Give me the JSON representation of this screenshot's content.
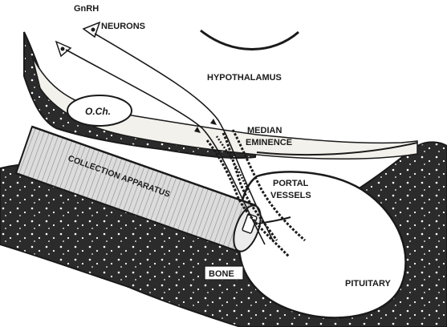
{
  "figure": {
    "labels": {
      "gnrh": "GnRH",
      "neurons": "NEURONS",
      "hypothalamus": "HYPOTHALAMUS",
      "och": "O.Ch.",
      "median": "MEDIAN",
      "eminence": "EMINENCE",
      "collection_apparatus": "COLLECTION APPARATUS",
      "portal": "PORTAL",
      "vessels": "VESSELS",
      "bone": "BONE",
      "pituitary": "PITUITARY"
    },
    "colors": {
      "ink": "#1a1a1a",
      "bone_fill": "#2b2b2b",
      "tissue": "#f3f1ec",
      "tube": "#d8d8d8",
      "background": "#ffffff"
    }
  }
}
